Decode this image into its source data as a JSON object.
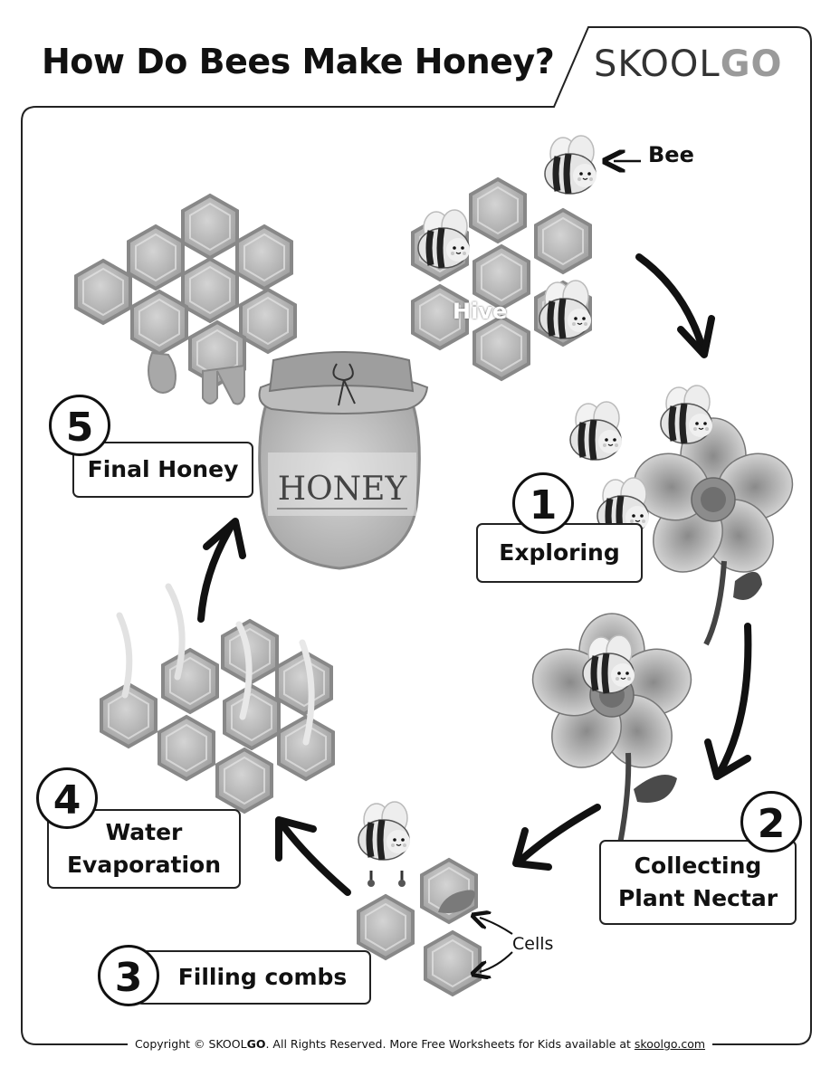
{
  "title": "How Do Bees Make Honey?",
  "brand": {
    "skool": "SKOOL",
    "go": "GO"
  },
  "labels": {
    "bee": "Bee",
    "hive": "Hive",
    "cells": "Cells",
    "jar_text": "HONEY"
  },
  "steps": [
    {
      "number": "1",
      "label": "Exploring"
    },
    {
      "number": "2",
      "label_line1": "Collecting",
      "label_line2": "Plant Nectar"
    },
    {
      "number": "3",
      "label": "Filling combs"
    },
    {
      "number": "4",
      "label_line1": "Water",
      "label_line2": "Evaporation"
    },
    {
      "number": "5",
      "label": "Final Honey"
    }
  ],
  "footer": {
    "prefix": "Copyright © SKOOL",
    "go": "GO",
    "middle": ". All Rights Reserved. More Free Worksheets for Kids available at ",
    "link": "skoolgo.com"
  }
}
